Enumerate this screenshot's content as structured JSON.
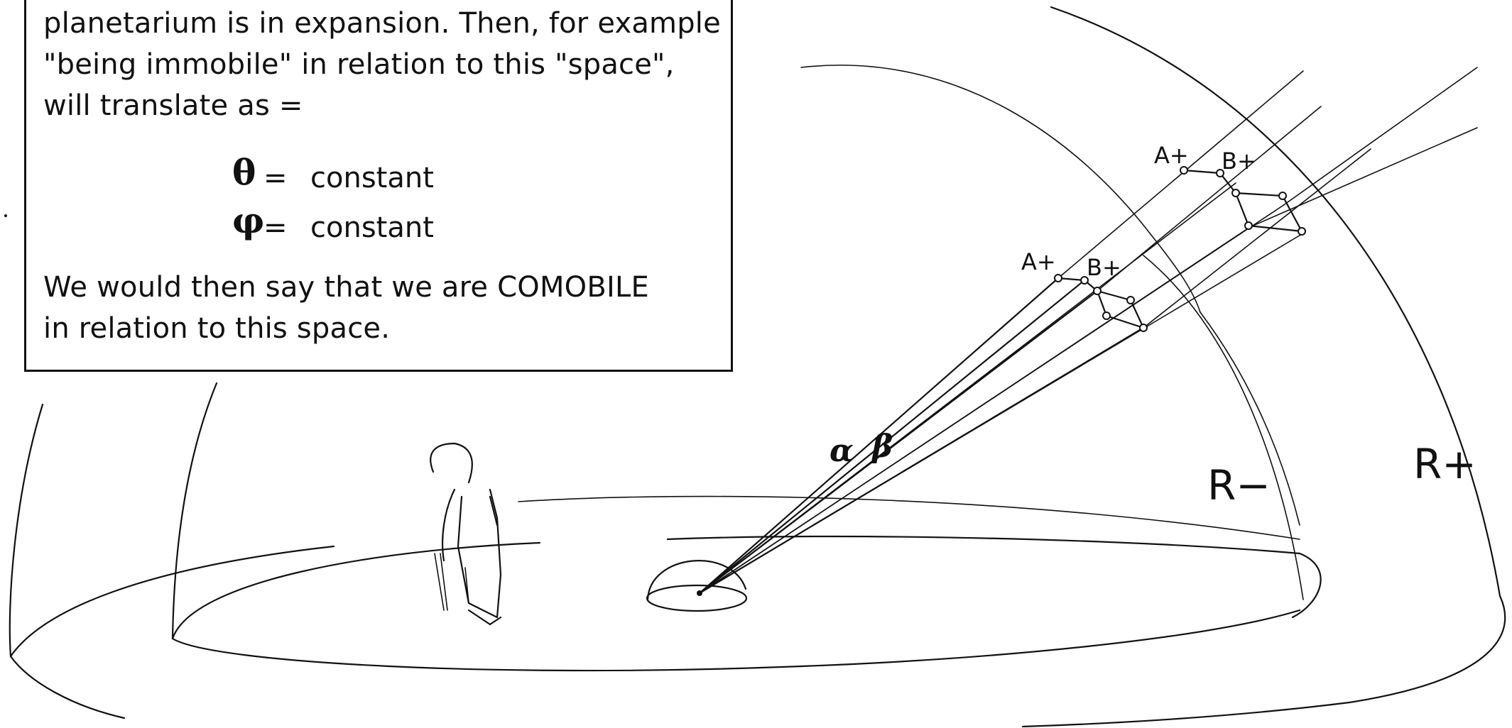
{
  "caption": {
    "lines": [
      "planetarium is in expansion. Then, for example",
      "\"being immobile\" in relation to this \"space\",",
      "will translate as ="
    ],
    "equations": [
      {
        "symbol": "θ",
        "operator": "=",
        "value": "constant"
      },
      {
        "symbol": "φ",
        "operator": "=",
        "value": "constant"
      }
    ],
    "conclusion": [
      "We would then say that we are COMOBILE",
      "in relation to this space."
    ]
  },
  "diagram": {
    "angle_labels": [
      "α",
      "β"
    ],
    "inner_points": [
      "A+",
      "B+"
    ],
    "outer_points": [
      "A+",
      "B+"
    ],
    "inner_radius_label": "R−",
    "outer_radius_label": "R+"
  }
}
